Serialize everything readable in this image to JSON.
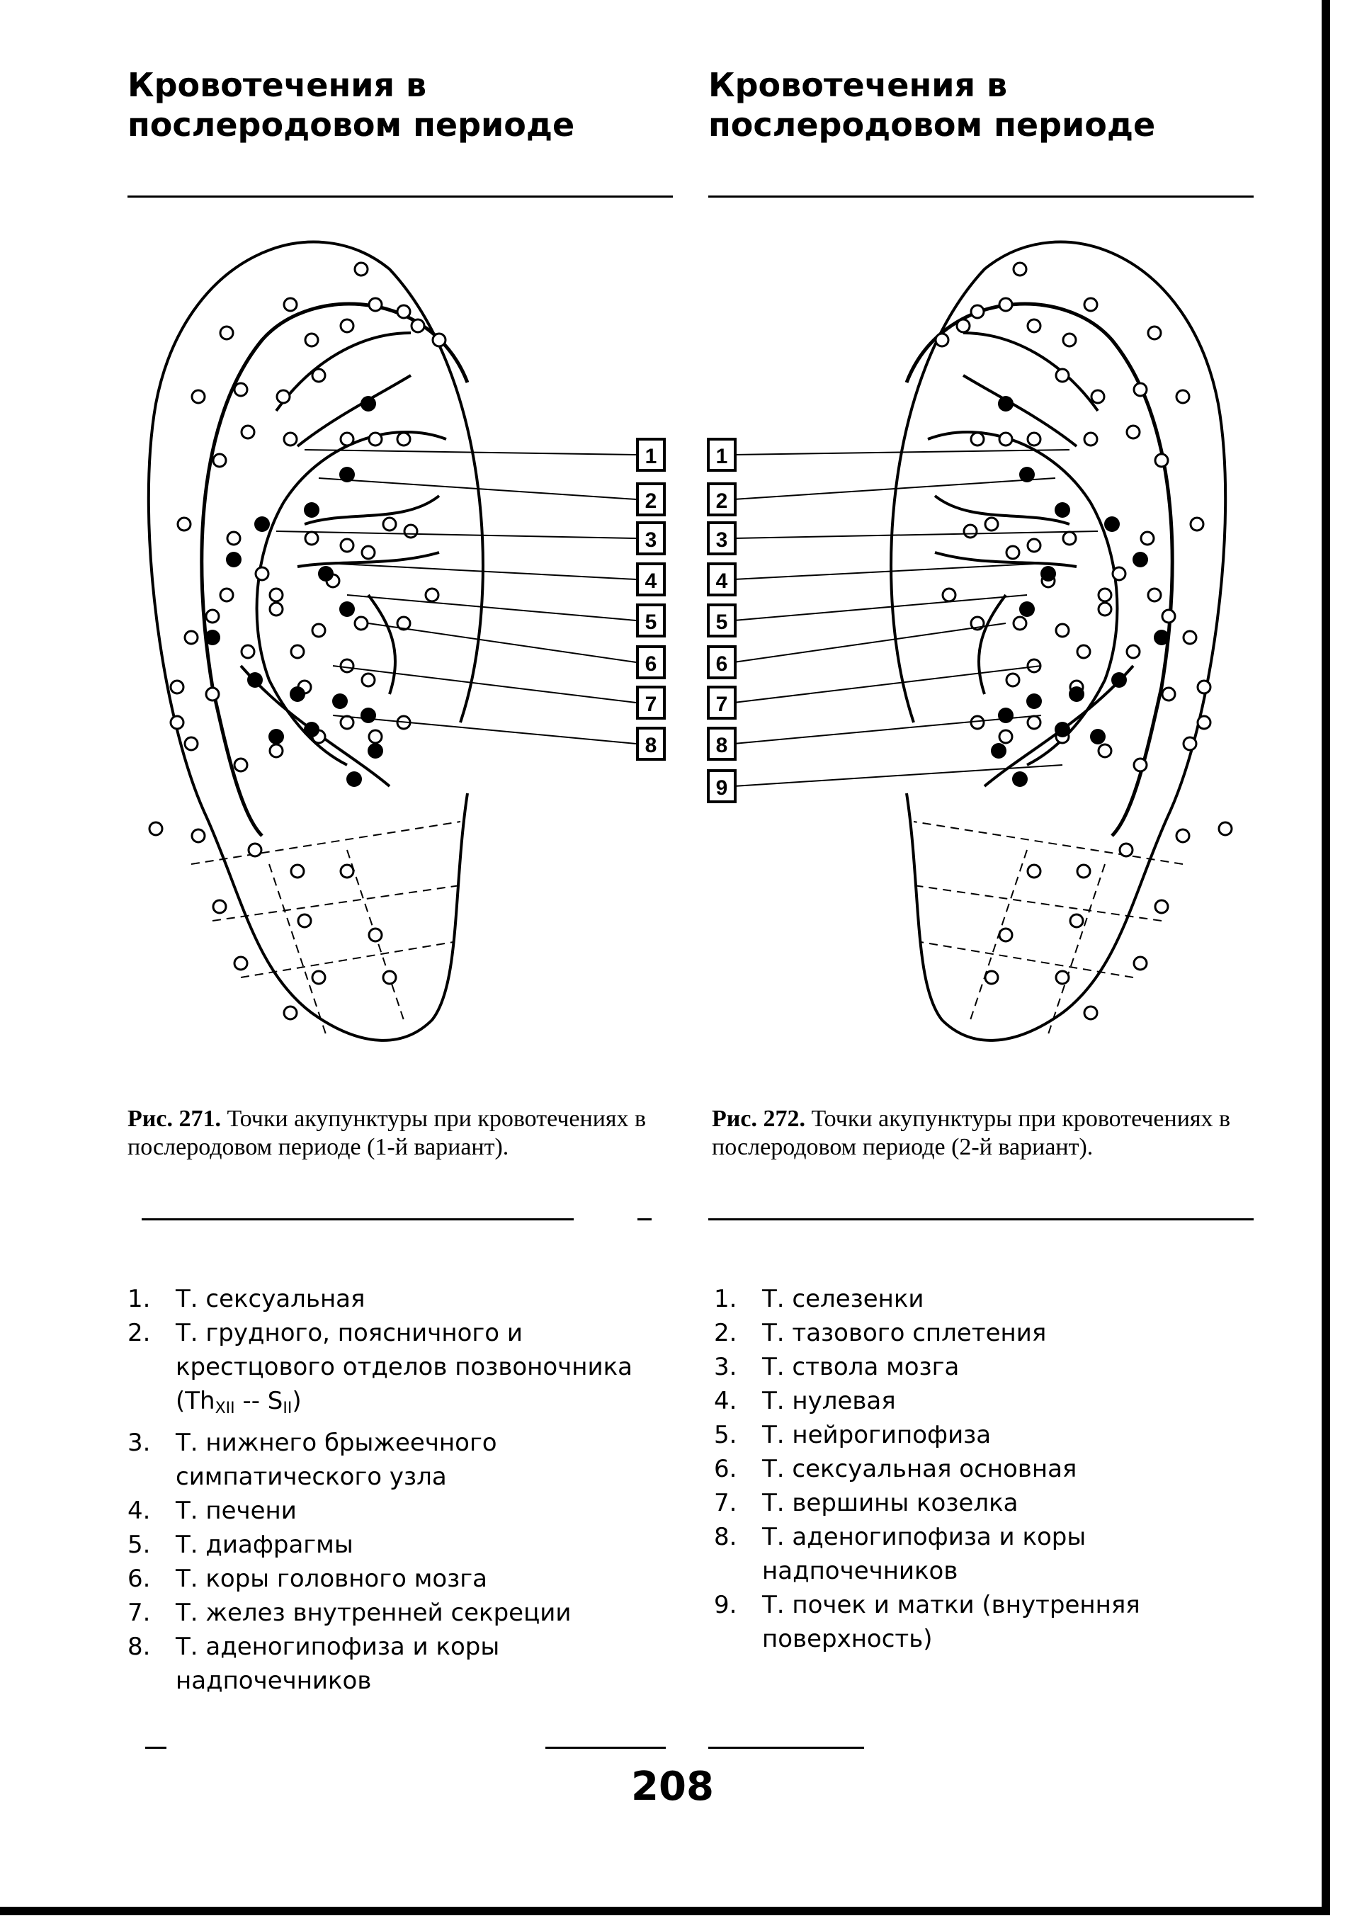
{
  "headings": {
    "left": "Кровотечения в послеродовом периоде",
    "right": "Кровотечения в послеродовом периоде"
  },
  "figures": {
    "left": {
      "label": "Рис. 271.",
      "caption": "Точки акупунктуры при кровотечениях в послеродовом периоде (1-й вариант).",
      "callouts": [
        "1",
        "2",
        "3",
        "4",
        "5",
        "6",
        "7",
        "8"
      ]
    },
    "right": {
      "label": "Рис. 272.",
      "caption": "Точки акупунктуры при кровотечениях в послеродовом периоде (2-й вариант).",
      "callouts": [
        "1",
        "2",
        "3",
        "4",
        "5",
        "6",
        "7",
        "8",
        "9"
      ]
    }
  },
  "legend_left": [
    {
      "num": "1.",
      "text": "Т. сексуальная"
    },
    {
      "num": "2.",
      "text": "Т. грудного, поясничного и крестцового отделов позвоночника",
      "formula": {
        "a": "(Th",
        "a_sub": "XII",
        "mid": " -- S",
        "b_sub": "II",
        "end": ")"
      }
    },
    {
      "num": "3.",
      "text": "Т. нижнего брыжеечного симпатического узла"
    },
    {
      "num": "4.",
      "text": "Т. печени"
    },
    {
      "num": "5.",
      "text": "Т. диафрагмы"
    },
    {
      "num": "6.",
      "text": "Т. коры головного мозга"
    },
    {
      "num": "7.",
      "text": "Т. желез внутренней секреции"
    },
    {
      "num": "8.",
      "text": "Т. аденогипофиза и коры надпочечников"
    }
  ],
  "legend_right": [
    {
      "num": "1.",
      "text": "Т. селезенки"
    },
    {
      "num": "2.",
      "text": "Т. тазового сплетения"
    },
    {
      "num": "3.",
      "text": "Т. ствола мозга"
    },
    {
      "num": "4.",
      "text": "Т. нулевая"
    },
    {
      "num": "5.",
      "text": "Т. нейрогипофиза"
    },
    {
      "num": "6.",
      "text": "Т. сексуальная основная"
    },
    {
      "num": "7.",
      "text": "Т. вершины козелка"
    },
    {
      "num": "8.",
      "text": "Т. аденогипофиза и коры надпочечников"
    },
    {
      "num": "9.",
      "text": "Т. почек и матки (внутренняя поверхность)"
    }
  ],
  "page_number": "208"
}
